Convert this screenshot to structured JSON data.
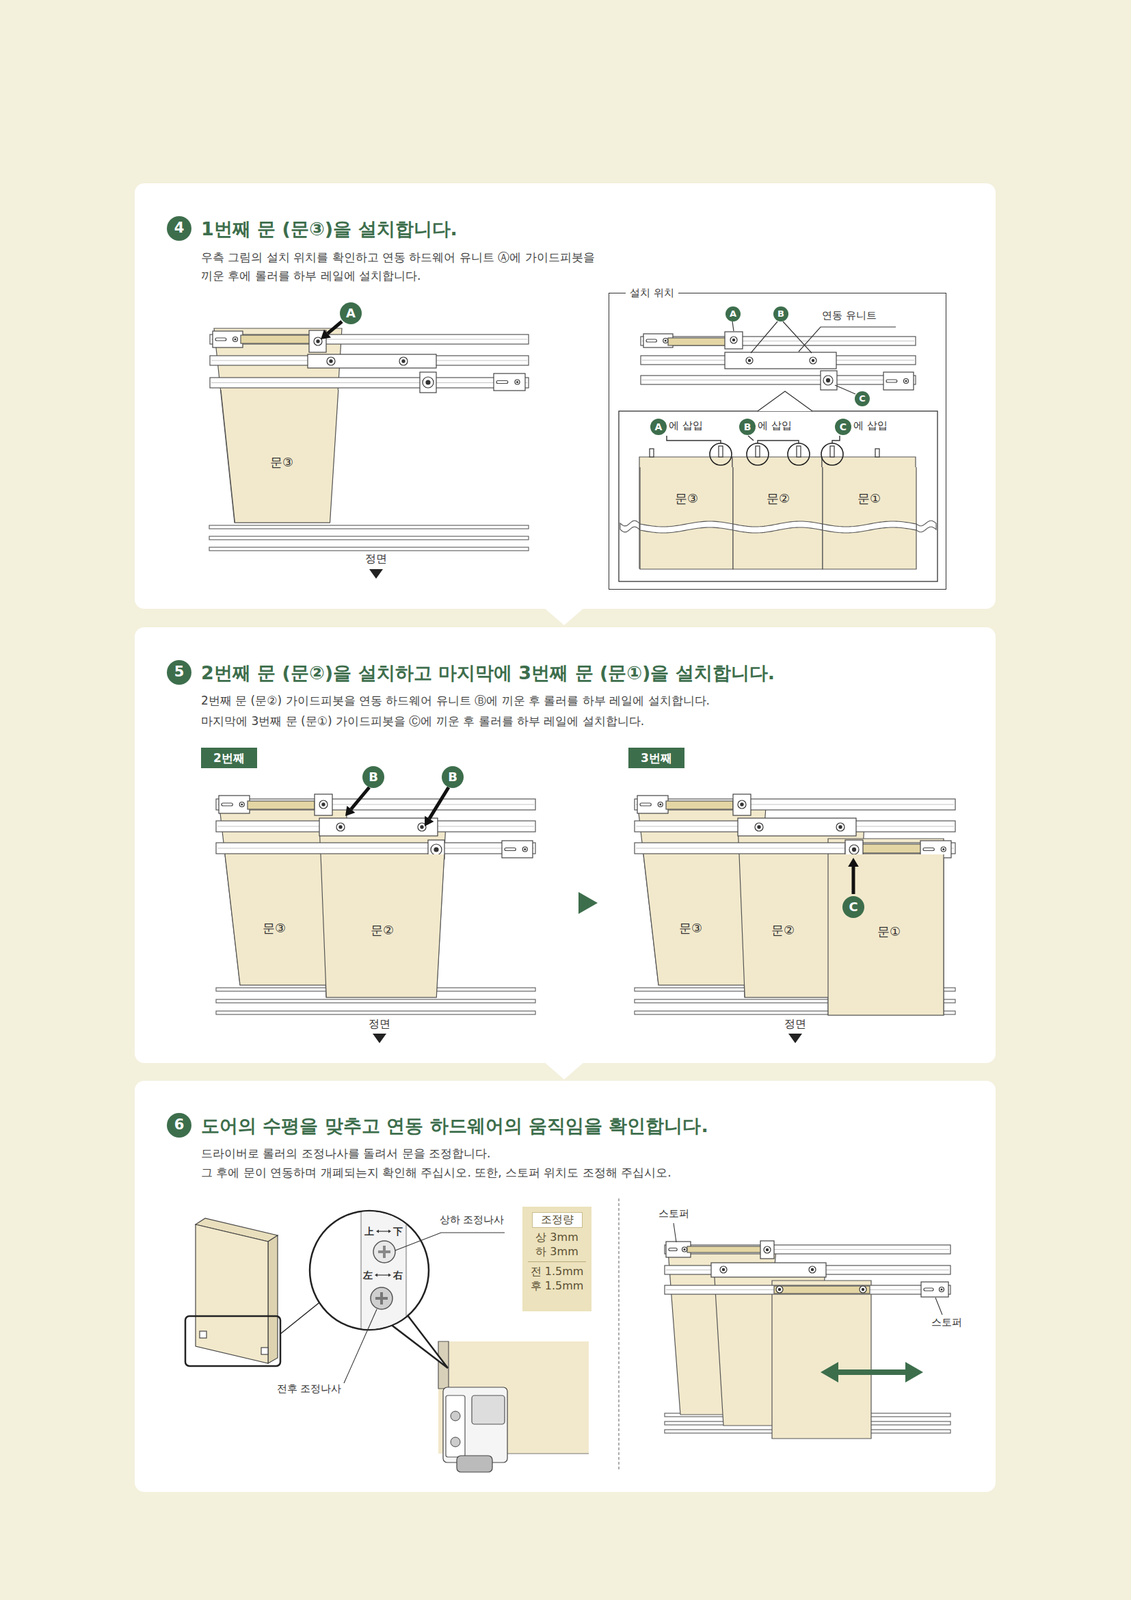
{
  "diagram": {
    "nodes": [
      {
        "text": [
          "1번째 문 (문③)을 설치합니다.",
          "우측 그림의 설치 위치를 확인하고 연동 하드웨어 유니트 Ⓐ에 가이드피봇을 끼운 후에 롤러를 하부 레일에 설치합니다."
        ]
      },
      {
        "text": [
          "4"
        ],
        "in": 0
      },
      {
        "text": [
          "A"
        ],
        "in": 0
      },
      {
        "text": [
          "문③"
        ],
        "in": 0
      },
      {
        "text": [
          "설치 위치"
        ],
        "in": 0
      },
      {
        "text": [
          "A"
        ],
        "in": 4
      },
      {
        "text": [
          "B"
        ],
        "in": 4
      },
      {
        "text": [
          "C"
        ],
        "in": 4
      },
      {
        "text": [
          "A"
        ],
        "in": 4
      },
      {
        "text": [
          "B"
        ],
        "in": 4
      },
      {
        "text": [
          "C"
        ],
        "in": 4
      },
      {
        "text": [
          "문③"
        ],
        "in": 4
      },
      {
        "text": [
          "문②"
        ],
        "in": 4
      },
      {
        "text": [
          "문①"
        ],
        "in": 4
      },
      {
        "text": [
          "2번째 문 (문②)을 설치하고 마지막에 3번째 문 (문①)을 설치합니다.",
          "2번째 문 (문②) 가이드피봇을 연동 하드웨어 유니트 Ⓑ에 끼운 후 롤러를 하부 레일에 설치합니다.",
          "마지막에 3번째 문 (문①) 가이드피봇을 Ⓒ에 끼운 후 롤러를 하부 레일에 설치합니다."
        ]
      },
      {
        "text": [
          "5"
        ],
        "in": 14
      },
      {
        "text": [
          "2번째"
        ],
        "in": 14
      },
      {
        "text": [
          "B"
        ],
        "in": 14
      },
      {
        "text": [
          "B"
        ],
        "in": 14
      },
      {
        "text": [
          "문③"
        ],
        "in": 14
      },
      {
        "text": [
          "문②"
        ],
        "in": 14
      },
      {
        "text": [
          "3번째"
        ],
        "in": 14
      },
      {
        "text": [
          "문③"
        ],
        "in": 14
      },
      {
        "text": [
          "문②"
        ],
        "in": 14
      },
      {
        "text": [
          "문①"
        ],
        "in": 14
      },
      {
        "text": [
          "C"
        ],
        "in": 14
      },
      {
        "text": [
          "도어의 수평을 맞추고 연동 하드웨어의 움직임을 확인합니다.",
          "드라이버로 롤러의 조정나사를 돌려서 문을 조정합니다.",
          "그 후에 문이 연동하며 개폐되는지 확인해 주십시오. 또한, 스토퍼 위치도 조정해 주십시오."
        ]
      },
      {
        "text": [
          "6"
        ],
        "in": 26
      },
      {
        "text": [
          "조정량",
          "상 3mm",
          "하 3mm",
          "전 1.5mm",
          "후 1.5mm"
        ],
        "in": 26
      }
    ],
    "labels": [
      "정면",
      "연동 유니트",
      "에 삽입",
      "에 삽입",
      "에 삽입",
      "정면",
      "정면",
      "상하 조정나사",
      "上",
      "下",
      "左",
      "右",
      "전후 조정나사",
      "스토퍼",
      "스토퍼"
    ]
  }
}
